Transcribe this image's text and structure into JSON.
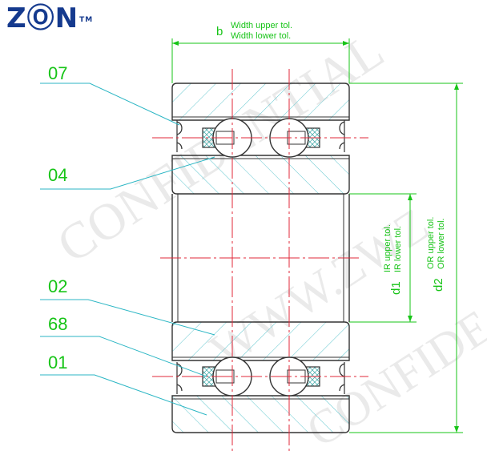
{
  "brand": {
    "name": "ZⓄN",
    "trademark": "TM"
  },
  "watermark": {
    "lines": [
      "CONFIDENTIAL",
      "WWW.ZWZ",
      "CONFIDE"
    ]
  },
  "part_labels": {
    "p07": "07",
    "p04": "04",
    "p02": "02",
    "p68": "68",
    "p01": "01"
  },
  "dimensions": {
    "width": {
      "symbol": "b",
      "upper": "Width upper tol.",
      "lower": "Width lower tol."
    },
    "inner": {
      "symbol": "d1",
      "upper": "IR upper tol.",
      "lower": "IR lower tol."
    },
    "outer": {
      "symbol": "d2",
      "upper": "OR upper tol.",
      "lower": "OR lower tol."
    }
  },
  "colors": {
    "outline": "#333333",
    "hatch": "#62c7cf",
    "centerline": "#e0283a",
    "leader": "#2bb6c4",
    "dimension": "#17c417",
    "cage": "#3aa6a6"
  }
}
